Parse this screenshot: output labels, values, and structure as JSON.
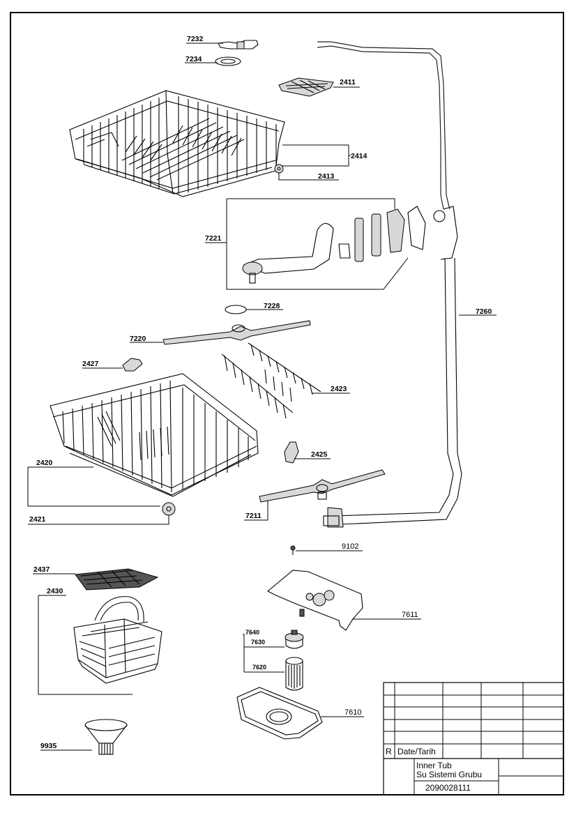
{
  "parts": [
    {
      "id": "p7232",
      "number": "7232"
    },
    {
      "id": "p7234",
      "number": "7234"
    },
    {
      "id": "p2411",
      "number": "2411"
    },
    {
      "id": "p2414",
      "number": "2414"
    },
    {
      "id": "p2413",
      "number": "2413"
    },
    {
      "id": "p7221",
      "number": "7221"
    },
    {
      "id": "p7260",
      "number": "7260"
    },
    {
      "id": "p7228",
      "number": "7228"
    },
    {
      "id": "p7220",
      "number": "7220"
    },
    {
      "id": "p2427",
      "number": "2427"
    },
    {
      "id": "p2423",
      "number": "2423"
    },
    {
      "id": "p2425",
      "number": "2425"
    },
    {
      "id": "p2420",
      "number": "2420"
    },
    {
      "id": "p7211",
      "number": "7211"
    },
    {
      "id": "p2421",
      "number": "2421"
    },
    {
      "id": "p9102",
      "number": "9102"
    },
    {
      "id": "p2437",
      "number": "2437"
    },
    {
      "id": "p2430",
      "number": "2430"
    },
    {
      "id": "p7611",
      "number": "7611"
    },
    {
      "id": "p7640",
      "number": "7640"
    },
    {
      "id": "p7630",
      "number": "7630"
    },
    {
      "id": "p7620",
      "number": "7620"
    },
    {
      "id": "p7610",
      "number": "7610"
    },
    {
      "id": "p9935",
      "number": "9935"
    }
  ],
  "title_block": {
    "revision_label": "R",
    "date_label": "Date/Tarih",
    "title_line1": "Inner Tub",
    "title_line2": "Su Sistemi Grubu",
    "drawing_number": "2090028111"
  }
}
